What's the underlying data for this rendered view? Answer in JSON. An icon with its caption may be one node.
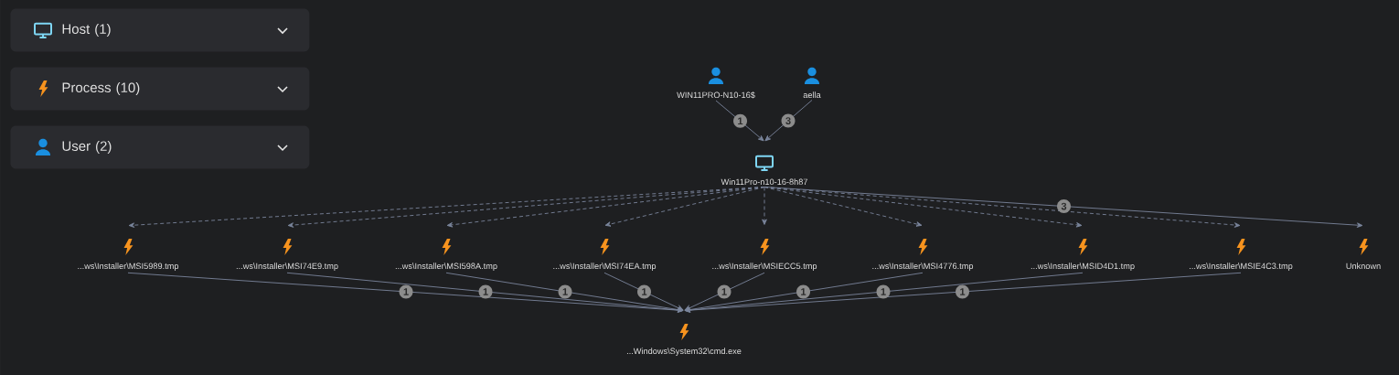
{
  "diagram": {
    "nodes": [
      {
        "text": [
          "Host (1)"
        ]
      },
      {
        "text": [
          "Process (10)"
        ]
      },
      {
        "text": [
          "User (2)"
        ]
      },
      {
        "text": [
          "WIN11PRO-N10-16$"
        ]
      },
      {
        "text": [
          "aella"
        ]
      },
      {
        "text": [
          "Win11Pro-n10-16-8h87"
        ]
      },
      {
        "text": [
          "...ws\\Installer\\MSI5989.tmp"
        ]
      },
      {
        "text": [
          "...ws\\Installer\\MSI74E9.tmp"
        ]
      },
      {
        "text": [
          "...ws\\Installer\\MSI598A.tmp"
        ]
      },
      {
        "text": [
          "...ws\\Installer\\MSI74EA.tmp"
        ]
      },
      {
        "text": [
          "...ws\\Installer\\MSIECC5.tmp"
        ]
      },
      {
        "text": [
          "...ws\\Installer\\MSI4776.tmp"
        ]
      },
      {
        "text": [
          "...ws\\Installer\\MSID4D1.tmp"
        ]
      },
      {
        "text": [
          "...ws\\Installer\\MSIE4C3.tmp"
        ]
      },
      {
        "text": [
          "Unknown"
        ]
      },
      {
        "text": [
          "...Windows\\System32\\cmd.exe"
        ]
      }
    ],
    "edges": [
      {
        "from": 3,
        "to": 5,
        "arrow": "to",
        "label": "1"
      },
      {
        "from": 4,
        "to": 5,
        "arrow": "to",
        "label": "3"
      },
      {
        "from": 5,
        "to": 6,
        "arrow": "to",
        "style": "dashed"
      },
      {
        "from": 5,
        "to": 7,
        "arrow": "to",
        "style": "dashed"
      },
      {
        "from": 5,
        "to": 8,
        "arrow": "to",
        "style": "dashed"
      },
      {
        "from": 5,
        "to": 9,
        "arrow": "to",
        "style": "dashed"
      },
      {
        "from": 5,
        "to": 10,
        "arrow": "to",
        "style": "dashed"
      },
      {
        "from": 5,
        "to": 11,
        "arrow": "to",
        "style": "dashed"
      },
      {
        "from": 5,
        "to": 12,
        "arrow": "to",
        "style": "dashed"
      },
      {
        "from": 5,
        "to": 13,
        "arrow": "to",
        "style": "dashed"
      },
      {
        "from": 5,
        "to": 14,
        "arrow": "to",
        "label": "3"
      },
      {
        "from": 6,
        "to": 15,
        "arrow": "to",
        "label": "1"
      },
      {
        "from": 7,
        "to": 15,
        "arrow": "to",
        "label": "1"
      },
      {
        "from": 8,
        "to": 15,
        "arrow": "to",
        "label": "1"
      },
      {
        "from": 9,
        "to": 15,
        "arrow": "to",
        "label": "1"
      },
      {
        "from": 10,
        "to": 15,
        "arrow": "to",
        "label": "1"
      },
      {
        "from": 11,
        "to": 15,
        "arrow": "to",
        "label": "1"
      },
      {
        "from": 12,
        "to": 15,
        "arrow": "to",
        "label": "1"
      },
      {
        "from": 13,
        "to": 15,
        "arrow": "to",
        "label": "1"
      }
    ]
  }
}
